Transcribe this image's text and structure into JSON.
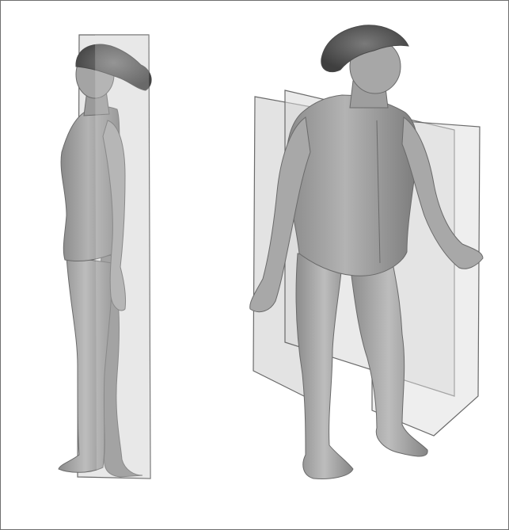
{
  "figures": [
    {
      "view": "side",
      "planes": 1
    },
    {
      "view": "three-quarter",
      "planes": 3
    }
  ],
  "colors": {
    "background": "#ffffff",
    "border": "#6f6f6f",
    "skin": "#9b9b9b",
    "skin_dark": "#7a7a7a",
    "skin_light": "#c4c4c4",
    "hair": "#5a5a5a",
    "plane_fill": "#d9d9d9",
    "plane_stroke": "#6a6a6a"
  }
}
